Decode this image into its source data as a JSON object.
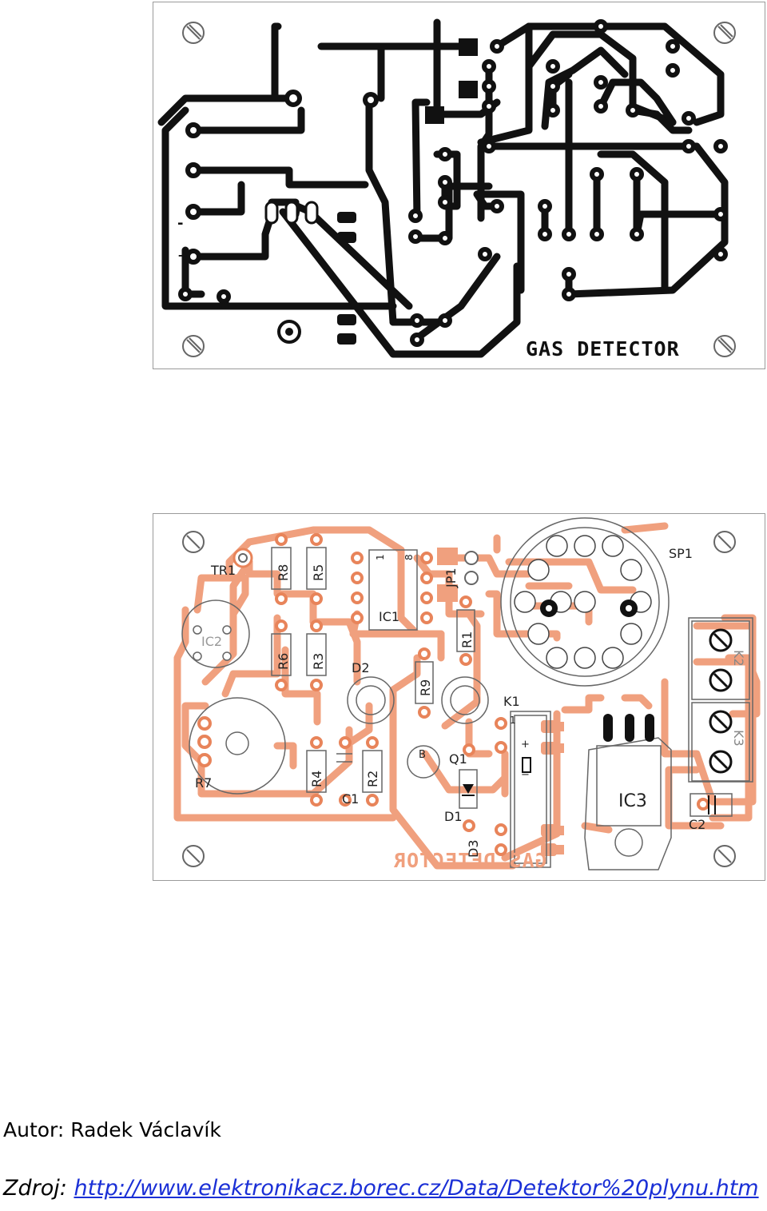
{
  "copper_board": {
    "title": "GAS DETECTOR",
    "minus_sign": "-",
    "plus_sign": "+"
  },
  "layout_board": {
    "title_mirrored": "GAS DETECTOR",
    "labels": {
      "tr1": "TR1",
      "r8": "R8",
      "r5": "R5",
      "ic1": "IC1",
      "pin1": "1",
      "pin8": "8",
      "jp1": "JP1",
      "sp1": "SP1",
      "ic2": "IC2",
      "r6": "R6",
      "r3": "R3",
      "d2": "D2",
      "r9": "R9",
      "r1": "R1",
      "k1": "K1",
      "k1_pin": "1",
      "k2": "K2",
      "r7": "R7",
      "r4": "R4",
      "c1": "C1",
      "r2": "R2",
      "q1": "Q1",
      "d1": "D1",
      "d3": "D3",
      "ic3": "IC3",
      "k3": "K3",
      "c2": "C2",
      "b": "B",
      "minus": "−",
      "plus": "+"
    }
  },
  "credits": {
    "author_label": "Autor:",
    "author_name": "Radek Václavík",
    "source_label": "Zdroj:",
    "source_url": "http://www.elektronikacz.borec.cz/Data/Detektor%20plynu.htm"
  }
}
